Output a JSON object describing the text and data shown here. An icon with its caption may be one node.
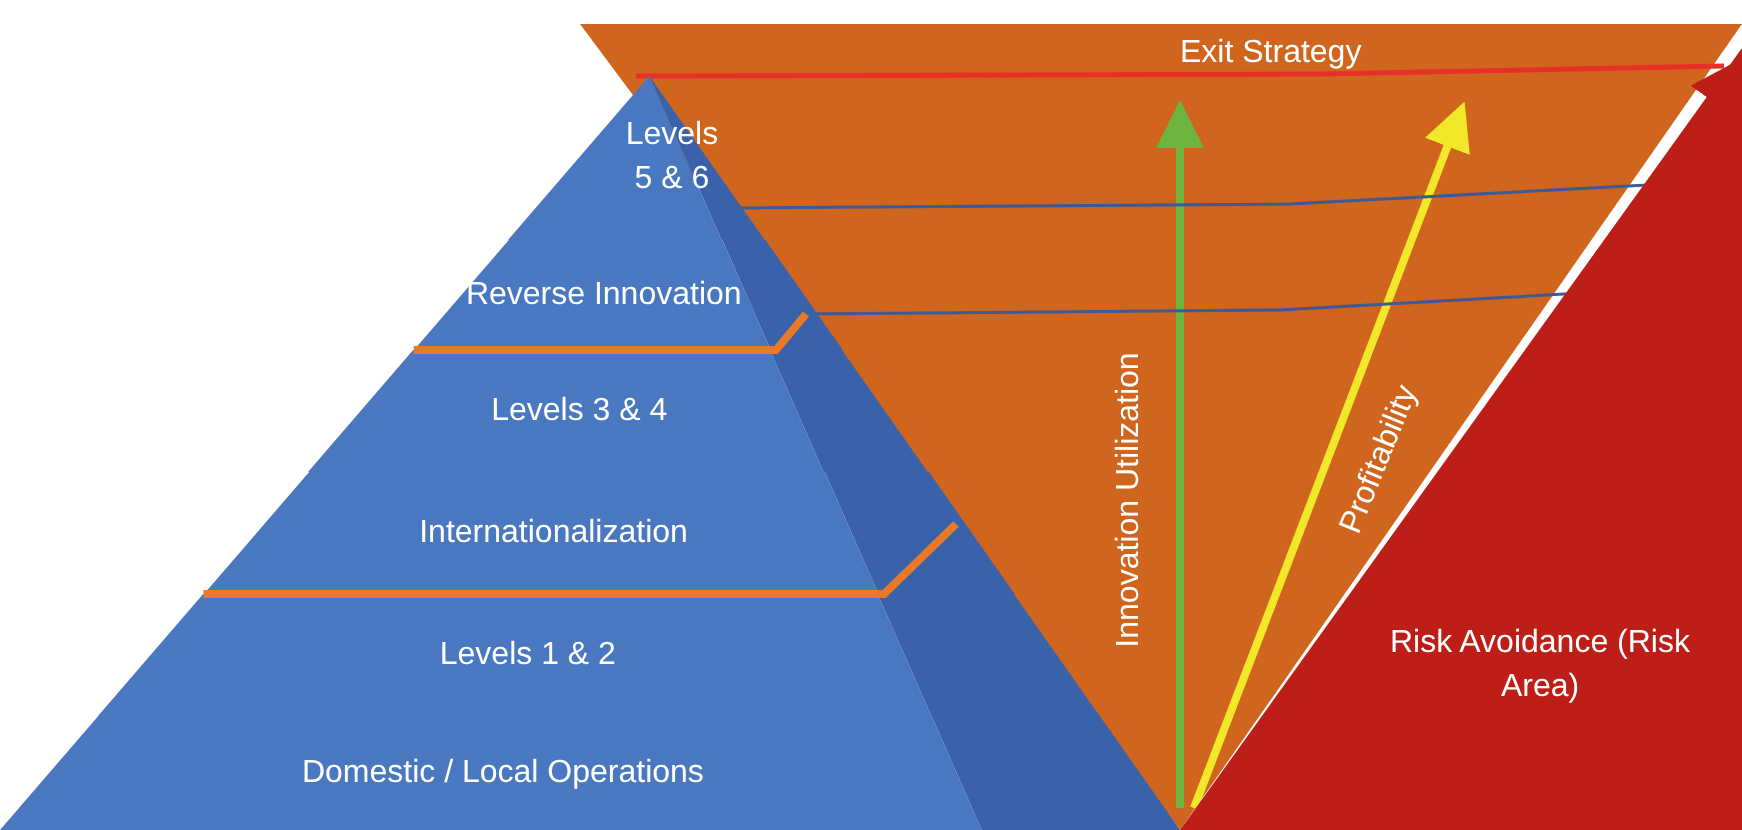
{
  "diagram": {
    "nodes": [
      {
        "text": [
          "Levels 5 & 6"
        ]
      },
      {
        "text": [
          "Reverse Innovation"
        ]
      },
      {
        "text": [
          "Levels 3 & 4"
        ]
      },
      {
        "text": [
          "Internationalization"
        ]
      },
      {
        "text": [
          "Levels 1 & 2"
        ]
      },
      {
        "text": [
          "Domestic / Local Operations"
        ]
      },
      {
        "text": [
          "Exit Strategy"
        ]
      },
      {
        "text": [
          "Risk Avoidance (Risk Area)"
        ]
      }
    ],
    "labels": [
      "Innovation Utilization",
      "Profitability"
    ]
  }
}
